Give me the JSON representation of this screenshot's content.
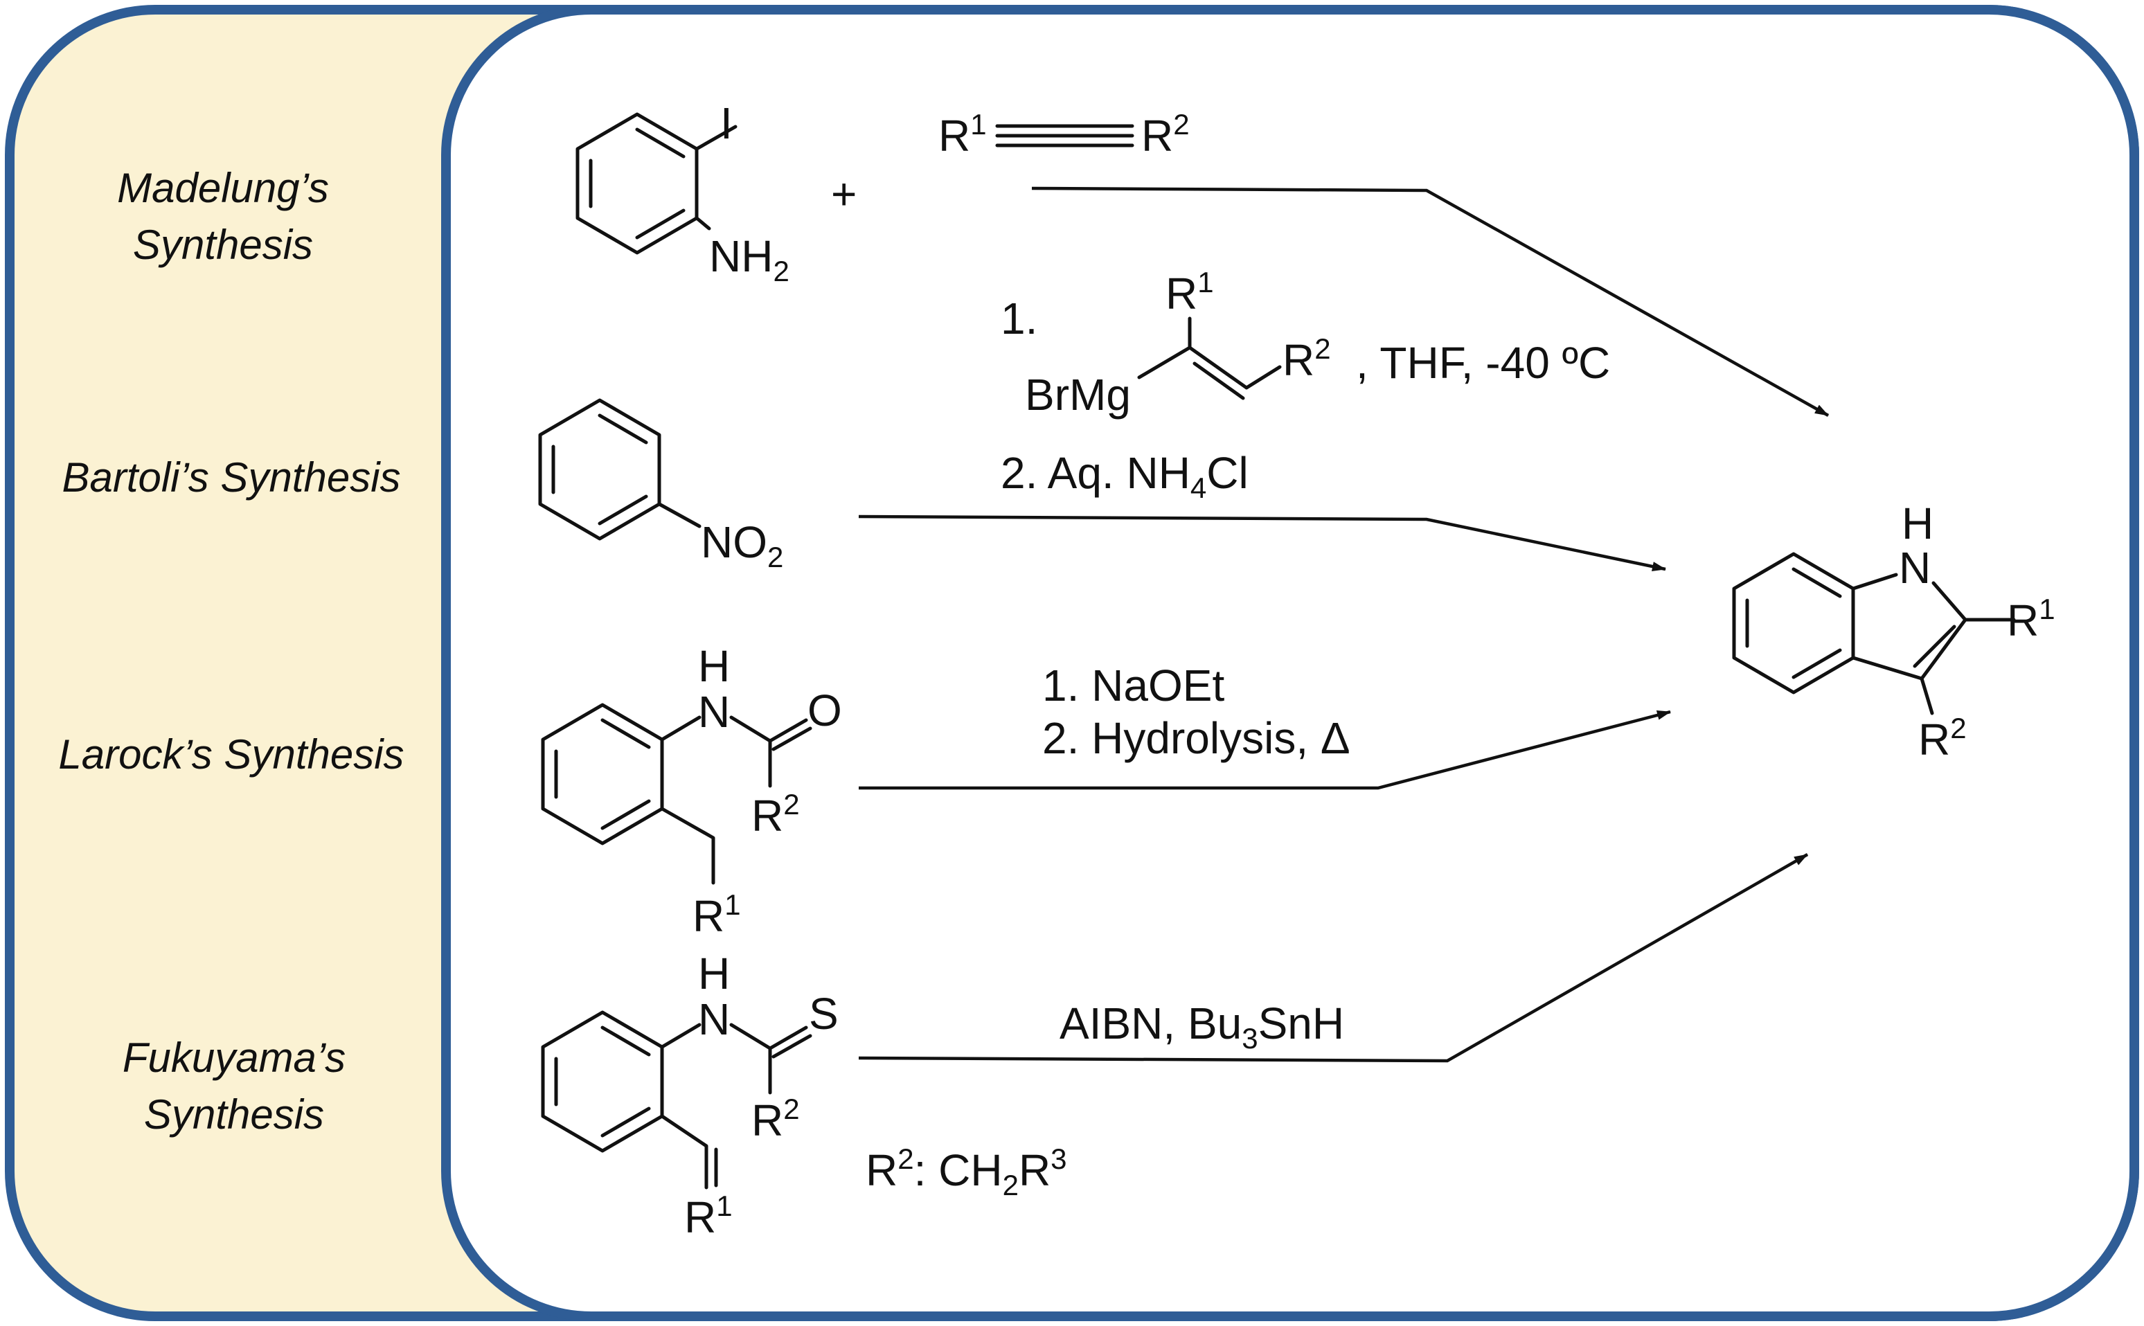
{
  "colors": {
    "border": "#2f5d96",
    "side_panel": "#fbf2d3",
    "ink": "#111111"
  },
  "sidebar": {
    "madelung": {
      "line1": "Madelung’s",
      "line2": "Synthesis"
    },
    "bartoli": {
      "line1": "Bartoli’s Synthesis"
    },
    "larock": {
      "line1": "Larock’s Synthesis"
    },
    "fukuyama": {
      "line1": "Fukuyama’s",
      "line2": "Synthesis"
    }
  },
  "groups": {
    "r": "R",
    "one": "1",
    "two": "2",
    "three": "3",
    "four": "4",
    "iodo": "I",
    "nh": "NH",
    "no": "NO",
    "h": "H",
    "n": "N",
    "o": "O",
    "s": "S",
    "plus": "+",
    "brmg": "BrMg"
  },
  "conditions": {
    "bartoli_step1": "1.",
    "bartoli_temp": ", THF, -40 ºC",
    "bartoli_step2": "2. Aq. NH",
    "bartoli_step2_tail": "Cl",
    "larock_step1": "1. NaOEt",
    "larock_step2": "2. Hydrolysis, Δ",
    "fukuyama_reagents": "AIBN, Bu",
    "fukuyama_reagents_tail": "SnH",
    "fukuyama_note_sep": ": CH"
  }
}
